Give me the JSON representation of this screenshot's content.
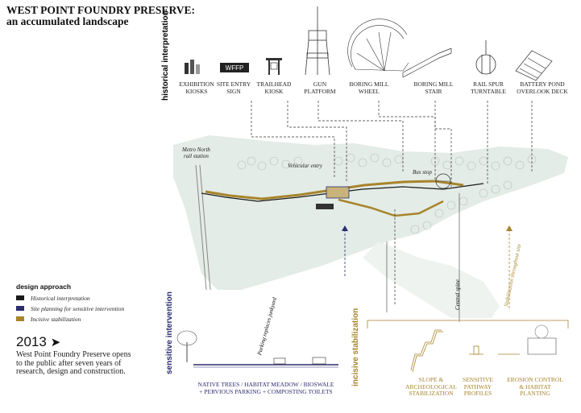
{
  "title": {
    "line1": "WEST POINT FOUNDRY PRESERVE:",
    "line2": "an accumulated landscape"
  },
  "sections": {
    "historical": "historical interpretation",
    "sensitive": "sensitive intervention",
    "incisive": "incisive stabilization"
  },
  "interpretation_items": [
    {
      "label_line1": "EXHIBITION",
      "label_line2": "KIOSKS"
    },
    {
      "label_line1": "SITE ENTRY",
      "label_line2": "SIGN"
    },
    {
      "label_line1": "TRAILHEAD",
      "label_line2": "KIOSK"
    },
    {
      "label_line1": "GUN",
      "label_line2": "PLATFORM"
    },
    {
      "label_line1": "BORING MILL",
      "label_line2": "WHEEL"
    },
    {
      "label_line1": "BORING MILL",
      "label_line2": "STAIR"
    },
    {
      "label_line1": "RAIL SPUR",
      "label_line2": "TURNTABLE"
    },
    {
      "label_line1": "BATTERY POND",
      "label_line2": "OVERLOOK DECK"
    }
  ],
  "sign_text": "WFFP",
  "map_notes": {
    "metro_north_line1": "Metro North",
    "metro_north_line2": "rail station",
    "vehicular_entry": "Vehicular entry",
    "bus_stop": "Bus stop",
    "central_spine": "Central spine",
    "parking": "Parking replaces junkyard",
    "stabilization": "Stabilization throughout site"
  },
  "legend": {
    "title": "design approach",
    "items": [
      {
        "label": "Historical interpretation",
        "color": "#1a1a1a"
      },
      {
        "label": "Site planning for sensitive intervention",
        "color": "#2b2d6e"
      },
      {
        "label": "Incisive stabilization",
        "color": "#a8842c"
      }
    ]
  },
  "timeline": {
    "year": "2013",
    "arrow": "➤",
    "description": "West Point Foundry Preserve opens to the public after seven years of research, design and construction."
  },
  "sensitive_caption": {
    "line1": "NATIVE TREES / HABITAT MEADOW / BIOSWALE",
    "line2": "+ PERVIOUS PARKING + COMPOSTING TOILETS"
  },
  "incisive_captions": [
    {
      "line1": "SLOPE &",
      "line2": "ARCHEOLOGICAL",
      "line3": "STABILIZATION"
    },
    {
      "line1": "SENSITIVE",
      "line2": "PATHWAY",
      "line3": "PROFILES"
    },
    {
      "line1": "EROSION CONTROL",
      "line2": "& HABITAT",
      "line3": "PLANTING"
    }
  ],
  "colors": {
    "historical": "#1a1a1a",
    "sensitive": "#2b2d6e",
    "incisive": "#a8842c",
    "land": "#e3ece6",
    "tree": "#c9cfcb"
  }
}
